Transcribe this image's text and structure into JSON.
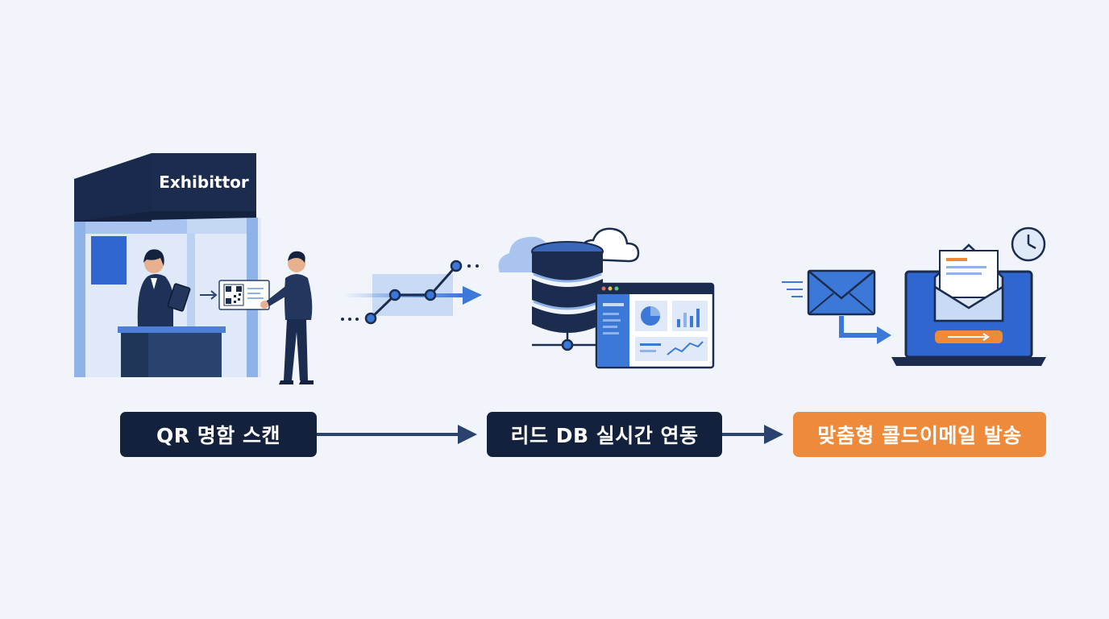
{
  "booth": {
    "sign_text": "Exhibittor"
  },
  "steps": [
    {
      "label": "QR 명함 스캔",
      "color": "#13213d"
    },
    {
      "label": "리드 DB 실시간 연동",
      "color": "#13213d"
    },
    {
      "label": "맞춤형 콜드이메일 발송",
      "color": "#ee8a3a"
    }
  ],
  "colors": {
    "navy": "#1b2c4f",
    "dark_navy": "#13213d",
    "blue": "#3b78d8",
    "light_blue": "#c9dbf4",
    "orange": "#ee8a3a",
    "background": "#f1f5fb"
  },
  "icons": [
    "booth-icon",
    "qr-card-icon",
    "data-flow-icon",
    "database-icon",
    "cloud-icon",
    "dashboard-icon",
    "envelope-icon",
    "laptop-icon",
    "clock-icon"
  ]
}
